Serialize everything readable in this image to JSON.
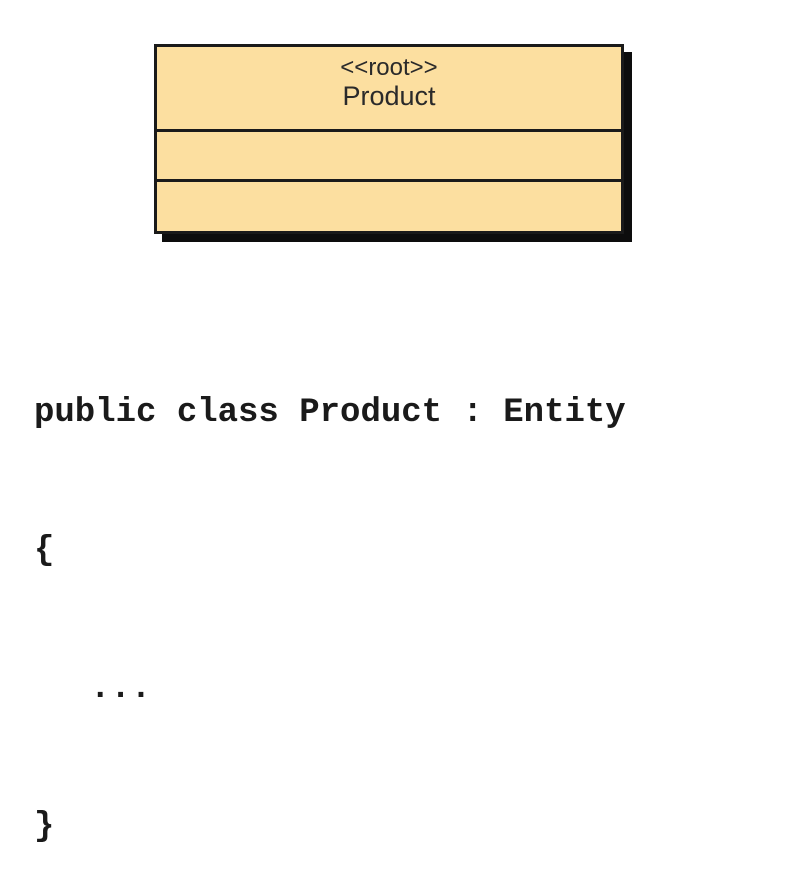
{
  "uml_class": {
    "stereotype": "<<root>>",
    "name": "Product"
  },
  "code": {
    "lines": [
      "public class Product : Entity",
      "{",
      "...",
      "}"
    ]
  },
  "colors": {
    "class_fill": "#fcdfa0",
    "border": "#1a1a1a",
    "shadow": "#0d0d0d"
  }
}
